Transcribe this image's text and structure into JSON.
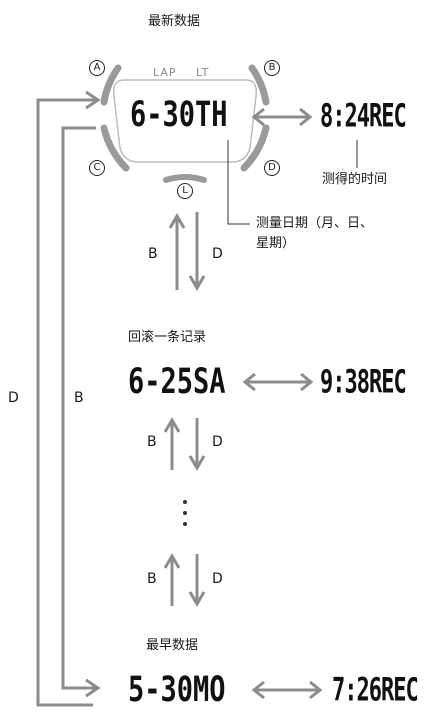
{
  "headings": {
    "newest": "最新数据",
    "scroll": "回滚一条记录",
    "oldest": "最早数据"
  },
  "watch": {
    "sub_labels": [
      "LAP",
      "LT"
    ],
    "buttons": {
      "a": "A",
      "b": "B",
      "c": "C",
      "d": "D",
      "l": "L"
    }
  },
  "displays": {
    "newest_date": "6-30TH",
    "newest_time": "8:24REC",
    "scroll_date": "6-25SA",
    "scroll_time": "9:38REC",
    "oldest_date": "5-30MO",
    "oldest_time": "7:26REC"
  },
  "annotations": {
    "time_measured": "测得的时间",
    "date_measured_line1": "测量日期（月、日、",
    "date_measured_line2": "星期）"
  },
  "arrows": {
    "b": "B",
    "d": "D",
    "ellipsis": "⋮"
  },
  "colors": {
    "arrow": "#8c8c8c",
    "bezel": "#9a9a9a"
  }
}
